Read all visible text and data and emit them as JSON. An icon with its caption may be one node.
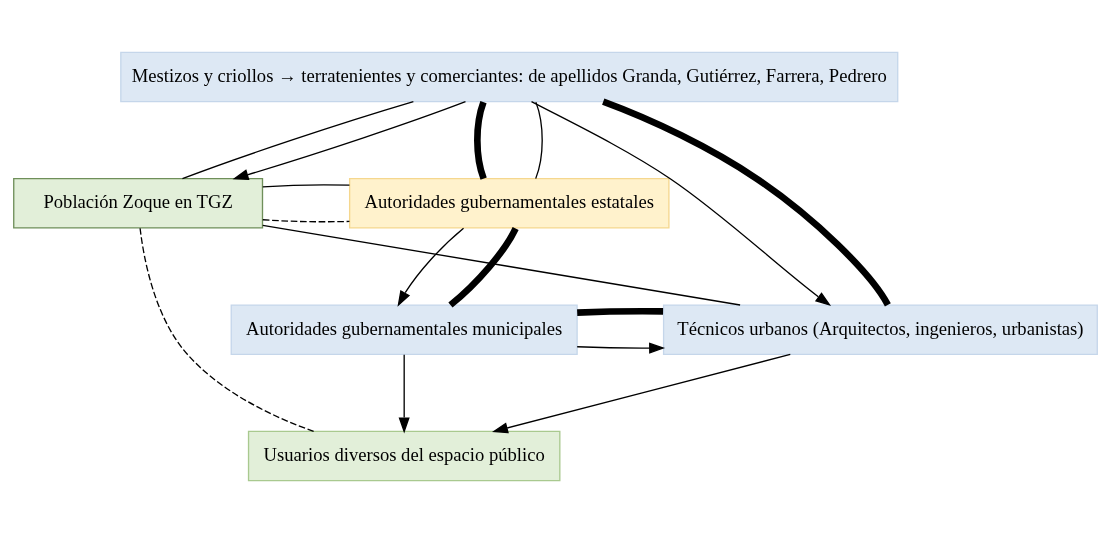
{
  "diagram": {
    "nodes": [
      {
        "text": [
          "Mestizos y criollos → terratenientes y comerciantes: de apellidos Granda, Gutiérrez, Farrera, Pedrero"
        ]
      },
      {
        "text": [
          "Población Zoque en TGZ"
        ]
      },
      {
        "text": [
          "Autoridades gubernamentales estatales"
        ]
      },
      {
        "text": [
          "Técnicos urbanos (Arquitectos, ingenieros, urbanistas)"
        ]
      },
      {
        "text": [
          "Usuarios diversos del espacio público"
        ]
      },
      {
        "text": [
          "Autoridades gubernamentales municipales"
        ]
      }
    ],
    "edges": [
      {
        "from": 0,
        "to": 1,
        "arrow": "none"
      },
      {
        "from": 0,
        "to": 1,
        "arrow": "to"
      },
      {
        "from": 0,
        "to": 2,
        "arrow": "none",
        "style": "thick"
      },
      {
        "from": 0,
        "to": 2,
        "arrow": "none"
      },
      {
        "from": 0,
        "to": 3,
        "arrow": "to"
      },
      {
        "from": 0,
        "to": 3,
        "arrow": "none",
        "style": "thick"
      },
      {
        "from": 1,
        "to": 2,
        "arrow": "none",
        "style": "dashed"
      },
      {
        "from": 1,
        "to": 2,
        "arrow": "none"
      },
      {
        "from": 1,
        "to": 4,
        "arrow": "none",
        "style": "dashed"
      },
      {
        "from": 1,
        "to": 3,
        "arrow": "none"
      },
      {
        "from": 3,
        "to": 4,
        "arrow": "to"
      },
      {
        "from": 2,
        "to": 5,
        "arrow": "to"
      },
      {
        "from": 2,
        "to": 5,
        "arrow": "none",
        "style": "thick"
      },
      {
        "from": 5,
        "to": 3,
        "arrow": "to"
      },
      {
        "from": 5,
        "to": 3,
        "arrow": "none",
        "style": "thick"
      },
      {
        "from": 5,
        "to": 4,
        "arrow": "to"
      }
    ]
  }
}
